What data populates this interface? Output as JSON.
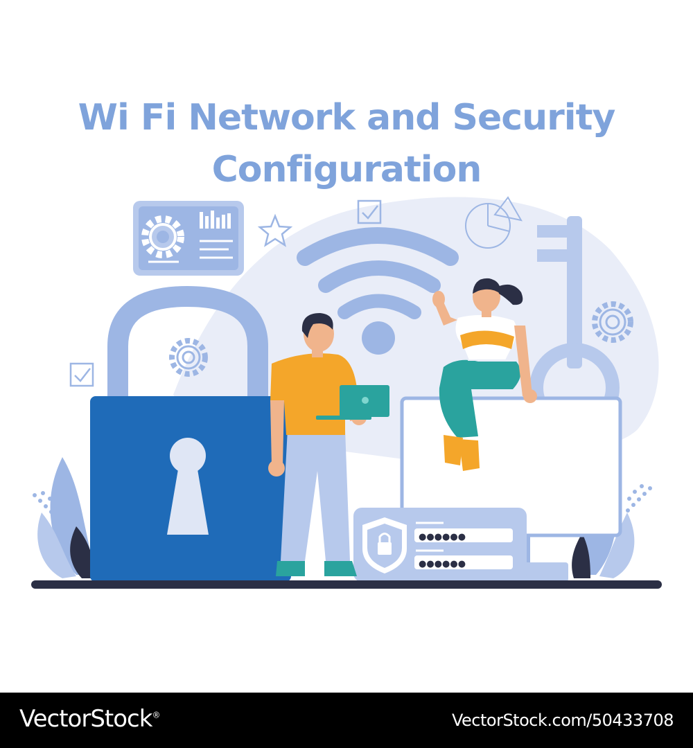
{
  "title": {
    "line1": "Wi Fi Network and Security",
    "line2": "Configuration"
  },
  "footer": {
    "brand": "VectorStock",
    "registered": "®",
    "id_text": "VectorStock.com/50433708"
  },
  "illustration": {
    "password_mask_1": "●●●●●●",
    "password_mask_2": "●●●●●●"
  },
  "colors": {
    "title": "#7fa3db",
    "primary_blue": "#1f6bb8",
    "light_blue": "#b7c9ec",
    "pale_bg": "#e9edf8",
    "orange": "#f4a62a",
    "teal": "#2aa39e",
    "skin": "#f0b48c",
    "footer_bg": "#000000"
  },
  "icons": [
    "padlock-icon",
    "wifi-icon",
    "key-icon",
    "gear-icon",
    "star-icon",
    "checkbox-icon",
    "pie-chart-icon",
    "shield-lock-icon",
    "laptop-icon",
    "monitor-icon"
  ]
}
